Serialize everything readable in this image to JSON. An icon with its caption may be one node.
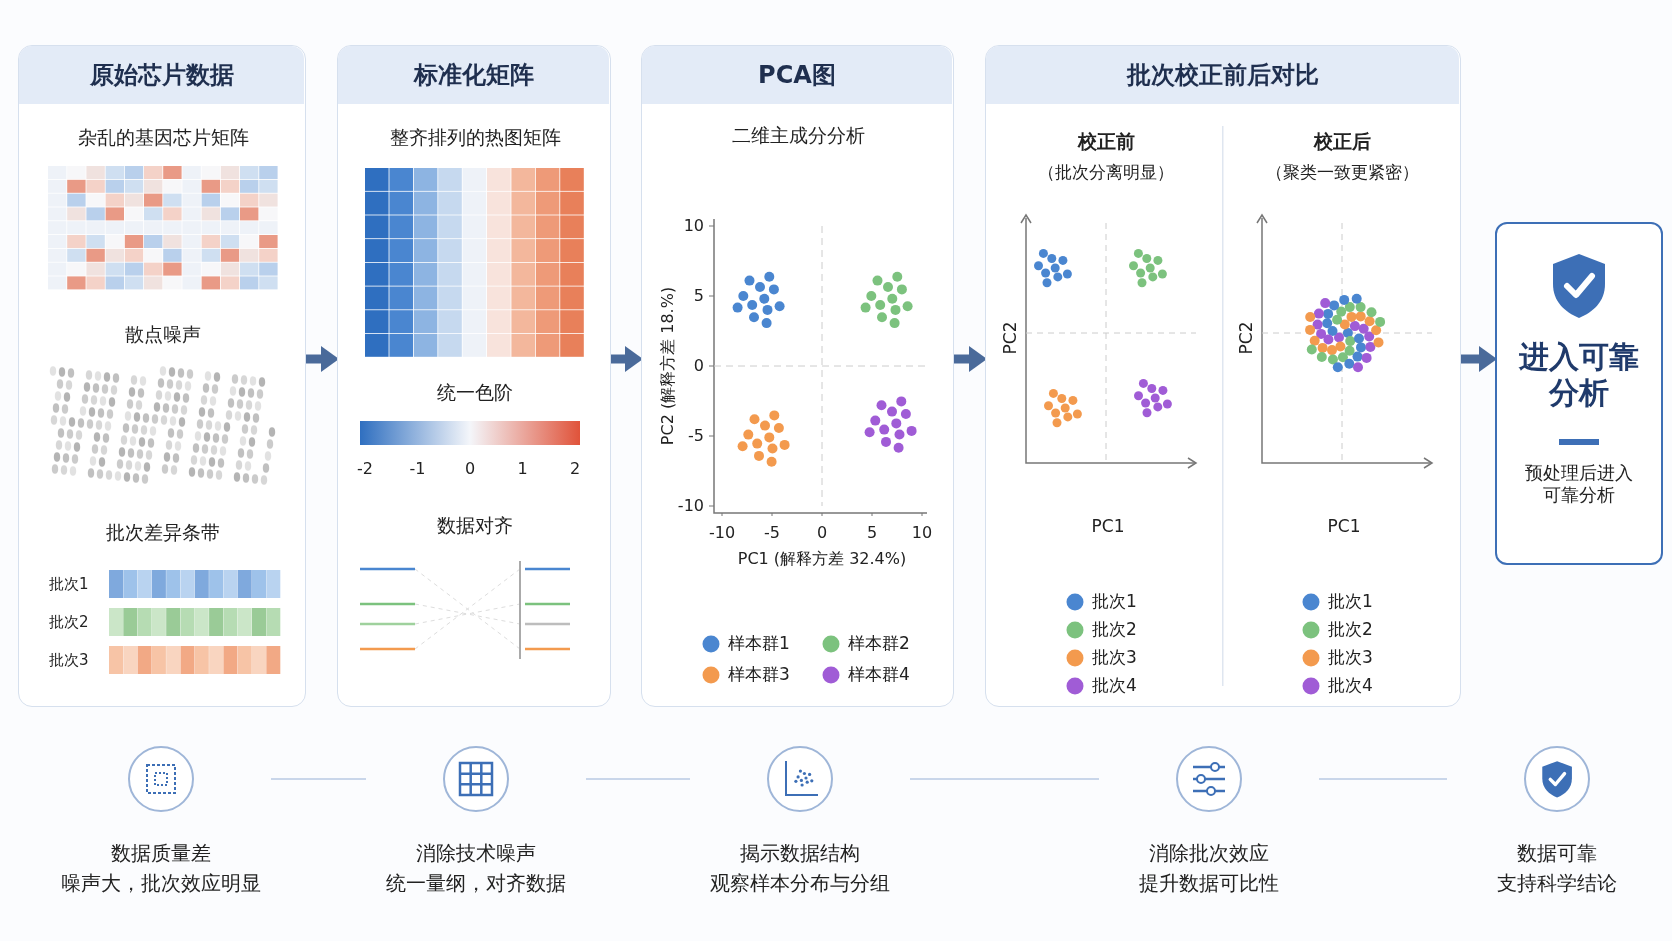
{
  "diagram": {
    "nodes": [
      {
        "text": [
          "原始芯片数据"
        ]
      },
      {
        "text": [
          "杂乱的基因芯片矩阵"
        ],
        "in": 0
      },
      {
        "text": [
          "散点噪声"
        ],
        "in": 0
      },
      {
        "text": [
          "批次差异条带"
        ],
        "in": 0
      },
      {
        "text": [
          "批次1"
        ],
        "in": 3
      },
      {
        "text": [
          "批次2"
        ],
        "in": 3
      },
      {
        "text": [
          "批次3"
        ],
        "in": 3
      },
      {
        "text": [
          "标准化矩阵"
        ]
      },
      {
        "text": [
          "整齐排列的热图矩阵"
        ],
        "in": 7
      },
      {
        "text": [
          "统一色阶"
        ],
        "in": 7
      },
      {
        "text": [
          "数据对齐"
        ],
        "in": 7
      },
      {
        "text": [
          "PCA图"
        ]
      },
      {
        "text": [
          "二维主成分分析"
        ],
        "in": 11
      },
      {
        "text": [
          "批次校正前后对比"
        ]
      },
      {
        "text": [
          "校正前",
          "（批次分离明显）"
        ],
        "in": 13
      },
      {
        "text": [
          "校正后",
          "（聚类一致更紧密）"
        ],
        "in": 13
      },
      {
        "text": [
          "进入可靠分析",
          "预处理后进入可靠分析"
        ]
      },
      {
        "text": [
          "数据质量差",
          "噪声大，批次效应明显"
        ]
      },
      {
        "text": [
          "消除技术噪声",
          "统一量纲，对齐数据"
        ]
      },
      {
        "text": [
          "揭示数据结构",
          "观察样本分布与分组"
        ]
      },
      {
        "text": [
          "消除批次效应",
          "提升数据可比性"
        ]
      },
      {
        "text": [
          "数据可靠",
          "支持科学结论"
        ]
      }
    ],
    "edges": [
      {
        "from": 0,
        "to": 7,
        "arrow": "to",
        "style": "thick",
        "color": "#4a6a9a"
      },
      {
        "from": 7,
        "to": 11,
        "arrow": "to",
        "style": "thick",
        "color": "#4a6a9a"
      },
      {
        "from": 11,
        "to": 13,
        "arrow": "to",
        "style": "thick",
        "color": "#4a6a9a"
      },
      {
        "from": 13,
        "to": 16,
        "arrow": "to",
        "style": "thick",
        "color": "#4a6a9a"
      },
      {
        "from": 17,
        "to": 18,
        "arrow": "none",
        "color": "#c9d6ea"
      },
      {
        "from": 18,
        "to": 19,
        "arrow": "none",
        "color": "#c9d6ea"
      },
      {
        "from": 19,
        "to": 20,
        "arrow": "none",
        "color": "#c9d6ea"
      },
      {
        "from": 20,
        "to": 21,
        "arrow": "none",
        "color": "#c9d6ea"
      }
    ],
    "labels": [
      "-2",
      "-1",
      "0",
      "1",
      "2",
      "10",
      "5",
      "0",
      "-5",
      "-10",
      "-10",
      "-5",
      "0",
      "5",
      "10",
      "PC2 (解释方差 18.%)",
      "PC1 (解释方差 32.4%)",
      "PC2",
      "PC1",
      "PC2",
      "PC1"
    ],
    "legend": [
      {
        "text": "样本群1",
        "color": "#4a86d0"
      },
      {
        "text": "样本群2",
        "color": "#7cc27e"
      },
      {
        "text": "样本群3",
        "color": "#f39a4e"
      },
      {
        "text": "样本群4",
        "color": "#a05cd6"
      },
      {
        "text": "批次1",
        "color": "#4a86d0"
      },
      {
        "text": "批次2",
        "color": "#7cc27e"
      },
      {
        "text": "批次3",
        "color": "#f39a4e"
      },
      {
        "text": "批次4",
        "color": "#a05cd6"
      },
      {
        "text": "批次1",
        "color": "#4a86d0"
      },
      {
        "text": "批次2",
        "color": "#7cc27e"
      },
      {
        "text": "批次3",
        "color": "#f39a4e"
      },
      {
        "text": "批次4",
        "color": "#a05cd6"
      }
    ]
  }
}
